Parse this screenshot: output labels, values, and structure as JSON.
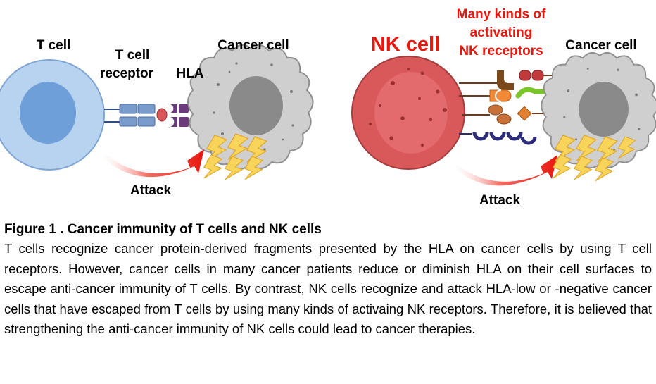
{
  "left_panel": {
    "t_cell_label": "T cell",
    "tcr_label_line1": "T cell",
    "tcr_label_line2": "receptor",
    "hla_label": "HLA",
    "cancer_cell_label": "Cancer cell",
    "attack_label": "Attack"
  },
  "right_panel": {
    "nk_cell_label": "NK cell",
    "receptors_line1": "Many kinds of",
    "receptors_line2": "activating",
    "receptors_line3": "NK receptors",
    "cancer_cell_label": "Cancer cell",
    "attack_label": "Attack"
  },
  "caption": {
    "title": "Figure 1 . Cancer immunity of T cells and NK cells",
    "body": "T cells recognize cancer protein-derived fragments presented by the HLA on cancer cells by using T cell receptors. However, cancer cells in many cancer patients reduce or diminish HLA on their cell surfaces to escape anti-cancer immunity of T cells. By contrast, NK cells recognize and attack HLA-low or -negative cancer cells that have escaped from T cells by using many kinds of activaing NK receptors. Therefore, it is believed that strengthening the anti-cancer immunity of NK cells could lead to cancer therapies."
  },
  "colors": {
    "t_cell_outer": "#b7d3f0",
    "t_cell_nucleus": "#6f9fd8",
    "nk_cell_outer": "#d9585a",
    "nk_cell_nucleus": "#e36b6d",
    "cancer_cell": "#cfcfcf",
    "cancer_nucleus": "#8a8a8a",
    "tcr_blue": "#7a9ccc",
    "hla_purple": "#6b3a7a",
    "attack_arrow": "#e8170e",
    "lightning": "#f8d45a",
    "nk_label_red": "#e8170e"
  }
}
